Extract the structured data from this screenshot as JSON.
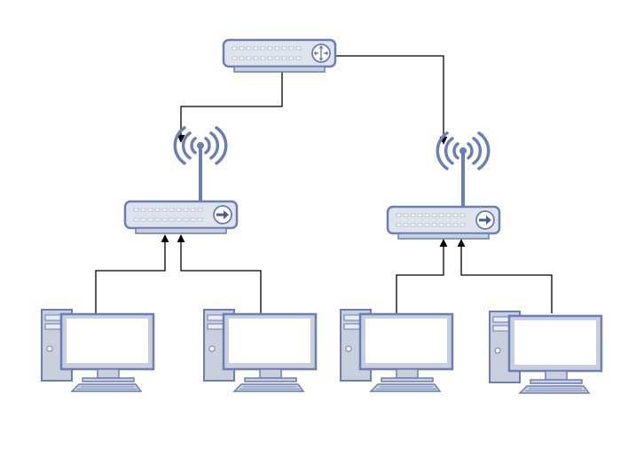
{
  "diagram": {
    "type": "network-topology",
    "nodes": [
      {
        "id": "core-switch",
        "kind": "switch",
        "icon": "switch-icon"
      },
      {
        "id": "wifi-router-left",
        "kind": "wireless-router",
        "icon": "wireless-router-icon"
      },
      {
        "id": "wifi-router-right",
        "kind": "wireless-router",
        "icon": "wireless-router-icon"
      },
      {
        "id": "pc-1",
        "kind": "desktop-computer",
        "icon": "desktop-computer-icon"
      },
      {
        "id": "pc-2",
        "kind": "desktop-computer",
        "icon": "desktop-computer-icon"
      },
      {
        "id": "pc-3",
        "kind": "desktop-computer",
        "icon": "desktop-computer-icon"
      },
      {
        "id": "pc-4",
        "kind": "desktop-computer",
        "icon": "desktop-computer-icon"
      }
    ],
    "edges": [
      {
        "from": "core-switch",
        "to": "wifi-router-left"
      },
      {
        "from": "core-switch",
        "to": "wifi-router-right"
      },
      {
        "from": "pc-1",
        "to": "wifi-router-left"
      },
      {
        "from": "pc-2",
        "to": "wifi-router-left"
      },
      {
        "from": "pc-3",
        "to": "wifi-router-right"
      },
      {
        "from": "pc-4",
        "to": "wifi-router-right"
      }
    ],
    "colors": {
      "device_fill": "#dfe3ec",
      "device_stroke": "#6a7fb5",
      "device_dark": "#8793b4",
      "screen_fill": "#ffffff",
      "led": "#ffffff",
      "connector": "#000000"
    }
  }
}
